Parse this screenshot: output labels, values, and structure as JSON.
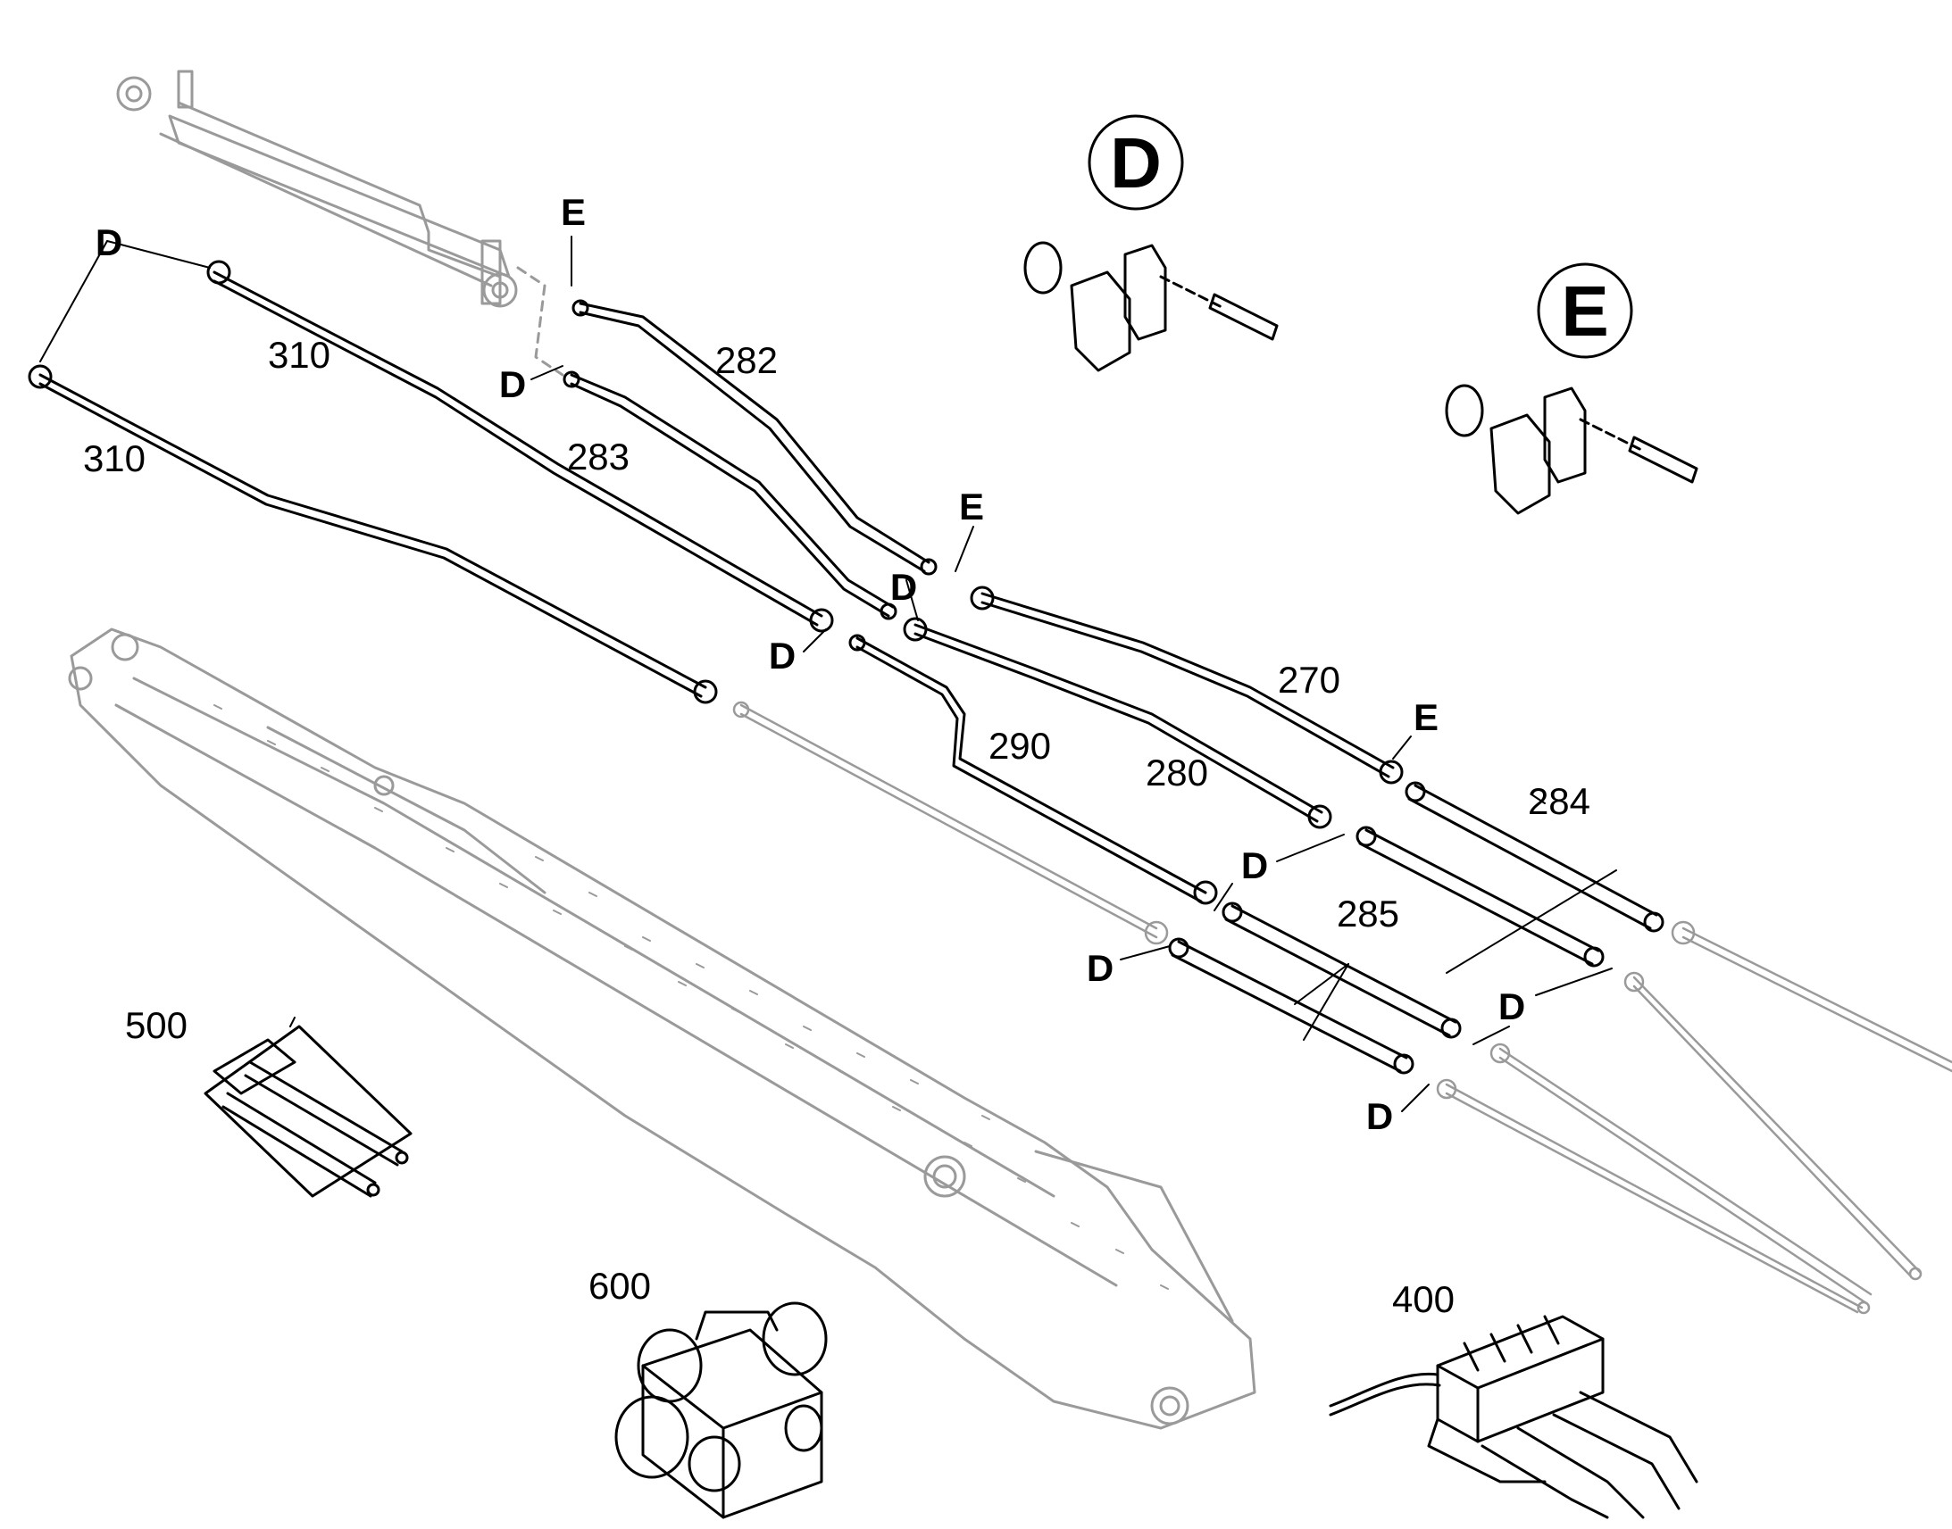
{
  "detail_callouts": {
    "d": "D",
    "e": "E"
  },
  "labels": {
    "l270": "270",
    "l280": "280",
    "l282": "282",
    "l283": "283",
    "l284": "284",
    "l285": "285",
    "l290": "290",
    "l310a": "310",
    "l310b": "310",
    "l400": "400",
    "l500": "500",
    "l600": "600"
  },
  "connection_markers": {
    "d1": "D",
    "d2": "D",
    "d3": "D",
    "d4": "D",
    "d5": "D",
    "d6": "D",
    "d7": "D",
    "d8": "D",
    "e1": "E",
    "e2": "E",
    "e3": "E"
  },
  "colors": {
    "line": "#000000",
    "ghost": "#9a9a9a",
    "background": "#ffffff"
  }
}
